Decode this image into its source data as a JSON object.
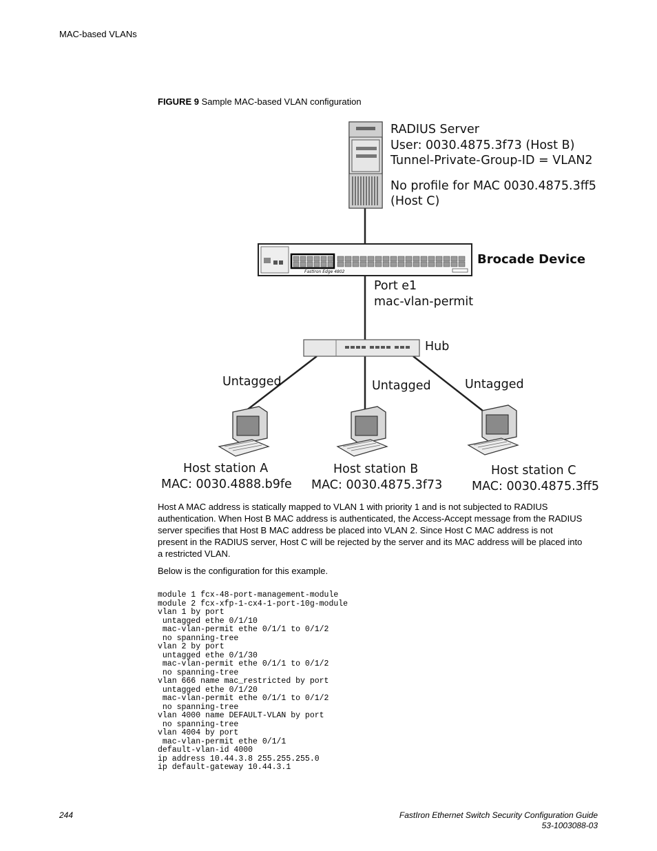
{
  "header": {
    "section": "MAC-based VLANs"
  },
  "figure": {
    "number": "FIGURE 9",
    "title": "Sample MAC-based VLAN configuration",
    "radius": {
      "title": "RADIUS Server",
      "user": "User: 0030.4875.3f73 (Host B)",
      "tunnel": "Tunnel-Private-Group-ID = VLAN2",
      "noprofile1": "No profile for MAC 0030.4875.3ff5",
      "noprofile2": "(Host C)"
    },
    "device": {
      "label": "Brocade Device",
      "model": "FastIron Edge 4802"
    },
    "port": {
      "line1": "Port e1",
      "line2": "mac-vlan-permit"
    },
    "hub": "Hub",
    "links": {
      "left": "Untagged",
      "middle": "Untagged",
      "right": "Untagged"
    },
    "hosts": {
      "a": {
        "name": "Host station A",
        "mac": "MAC: 0030.4888.b9fe"
      },
      "b": {
        "name": "Host station B",
        "mac": "MAC: 0030.4875.3f73"
      },
      "c": {
        "name": "Host station C",
        "mac": "MAC: 0030.4875.3ff5"
      }
    }
  },
  "body": {
    "paragraph": "Host A MAC address is statically mapped to VLAN 1 with priority 1 and is not subjected to RADIUS authentication. When Host B MAC address is authenticated, the Access-Accept message from the RADIUS server specifies that Host B MAC address be placed into VLAN 2. Since Host C MAC address is not present in the RADIUS server, Host C will be rejected by the server and its MAC address will be placed into a restricted VLAN.",
    "intro": "Below is the configuration for this example.",
    "code": "module 1 fcx-48-port-management-module\nmodule 2 fcx-xfp-1-cx4-1-port-10g-module\nvlan 1 by port\n untagged ethe 0/1/10\n mac-vlan-permit ethe 0/1/1 to 0/1/2\n no spanning-tree\nvlan 2 by port\n untagged ethe 0/1/30\n mac-vlan-permit ethe 0/1/1 to 0/1/2\n no spanning-tree\nvlan 666 name mac_restricted by port\n untagged ethe 0/1/20\n mac-vlan-permit ethe 0/1/1 to 0/1/2\n no spanning-tree\nvlan 4000 name DEFAULT-VLAN by port\n no spanning-tree\nvlan 4004 by port\n mac-vlan-permit ethe 0/1/1\ndefault-vlan-id 4000\nip address 10.44.3.8 255.255.255.0\nip default-gateway 10.44.3.1"
  },
  "footer": {
    "page": "244",
    "title": "FastIron Ethernet Switch Security Configuration Guide",
    "docnum": "53-1003088-03"
  }
}
